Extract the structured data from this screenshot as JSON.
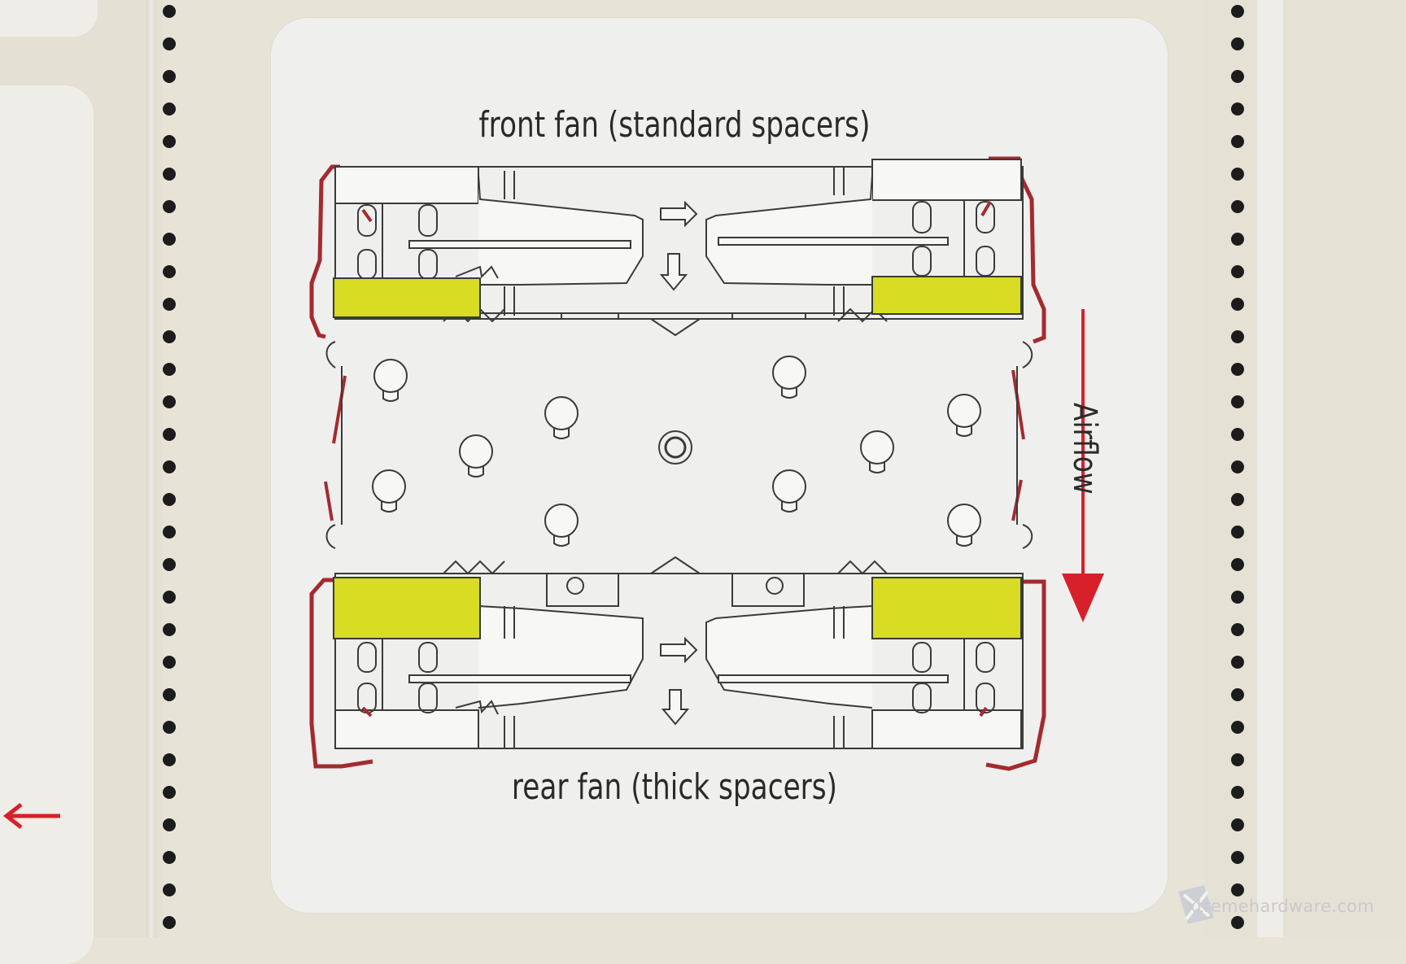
{
  "diagram": {
    "top_caption": "front fan (standard spacers)",
    "bottom_caption": "rear fan (thick spacers)",
    "airflow_label": "Airflow"
  },
  "watermark": {
    "text": "xtremehardware.com"
  },
  "colors": {
    "spacer_fill": "#d8dc22",
    "clip_red": "#a42a2e",
    "arrow_red": "#d8202a",
    "line": "#3a3a3a",
    "card": "#efefee",
    "background": "#e7e3d7"
  },
  "icons": {
    "airflow_arrow": "arrow-down-icon",
    "fan_flow_right": "arrow-right-outline-icon",
    "fan_flow_down": "arrow-down-outline-icon",
    "page_arrow": "arrow-left-icon"
  }
}
